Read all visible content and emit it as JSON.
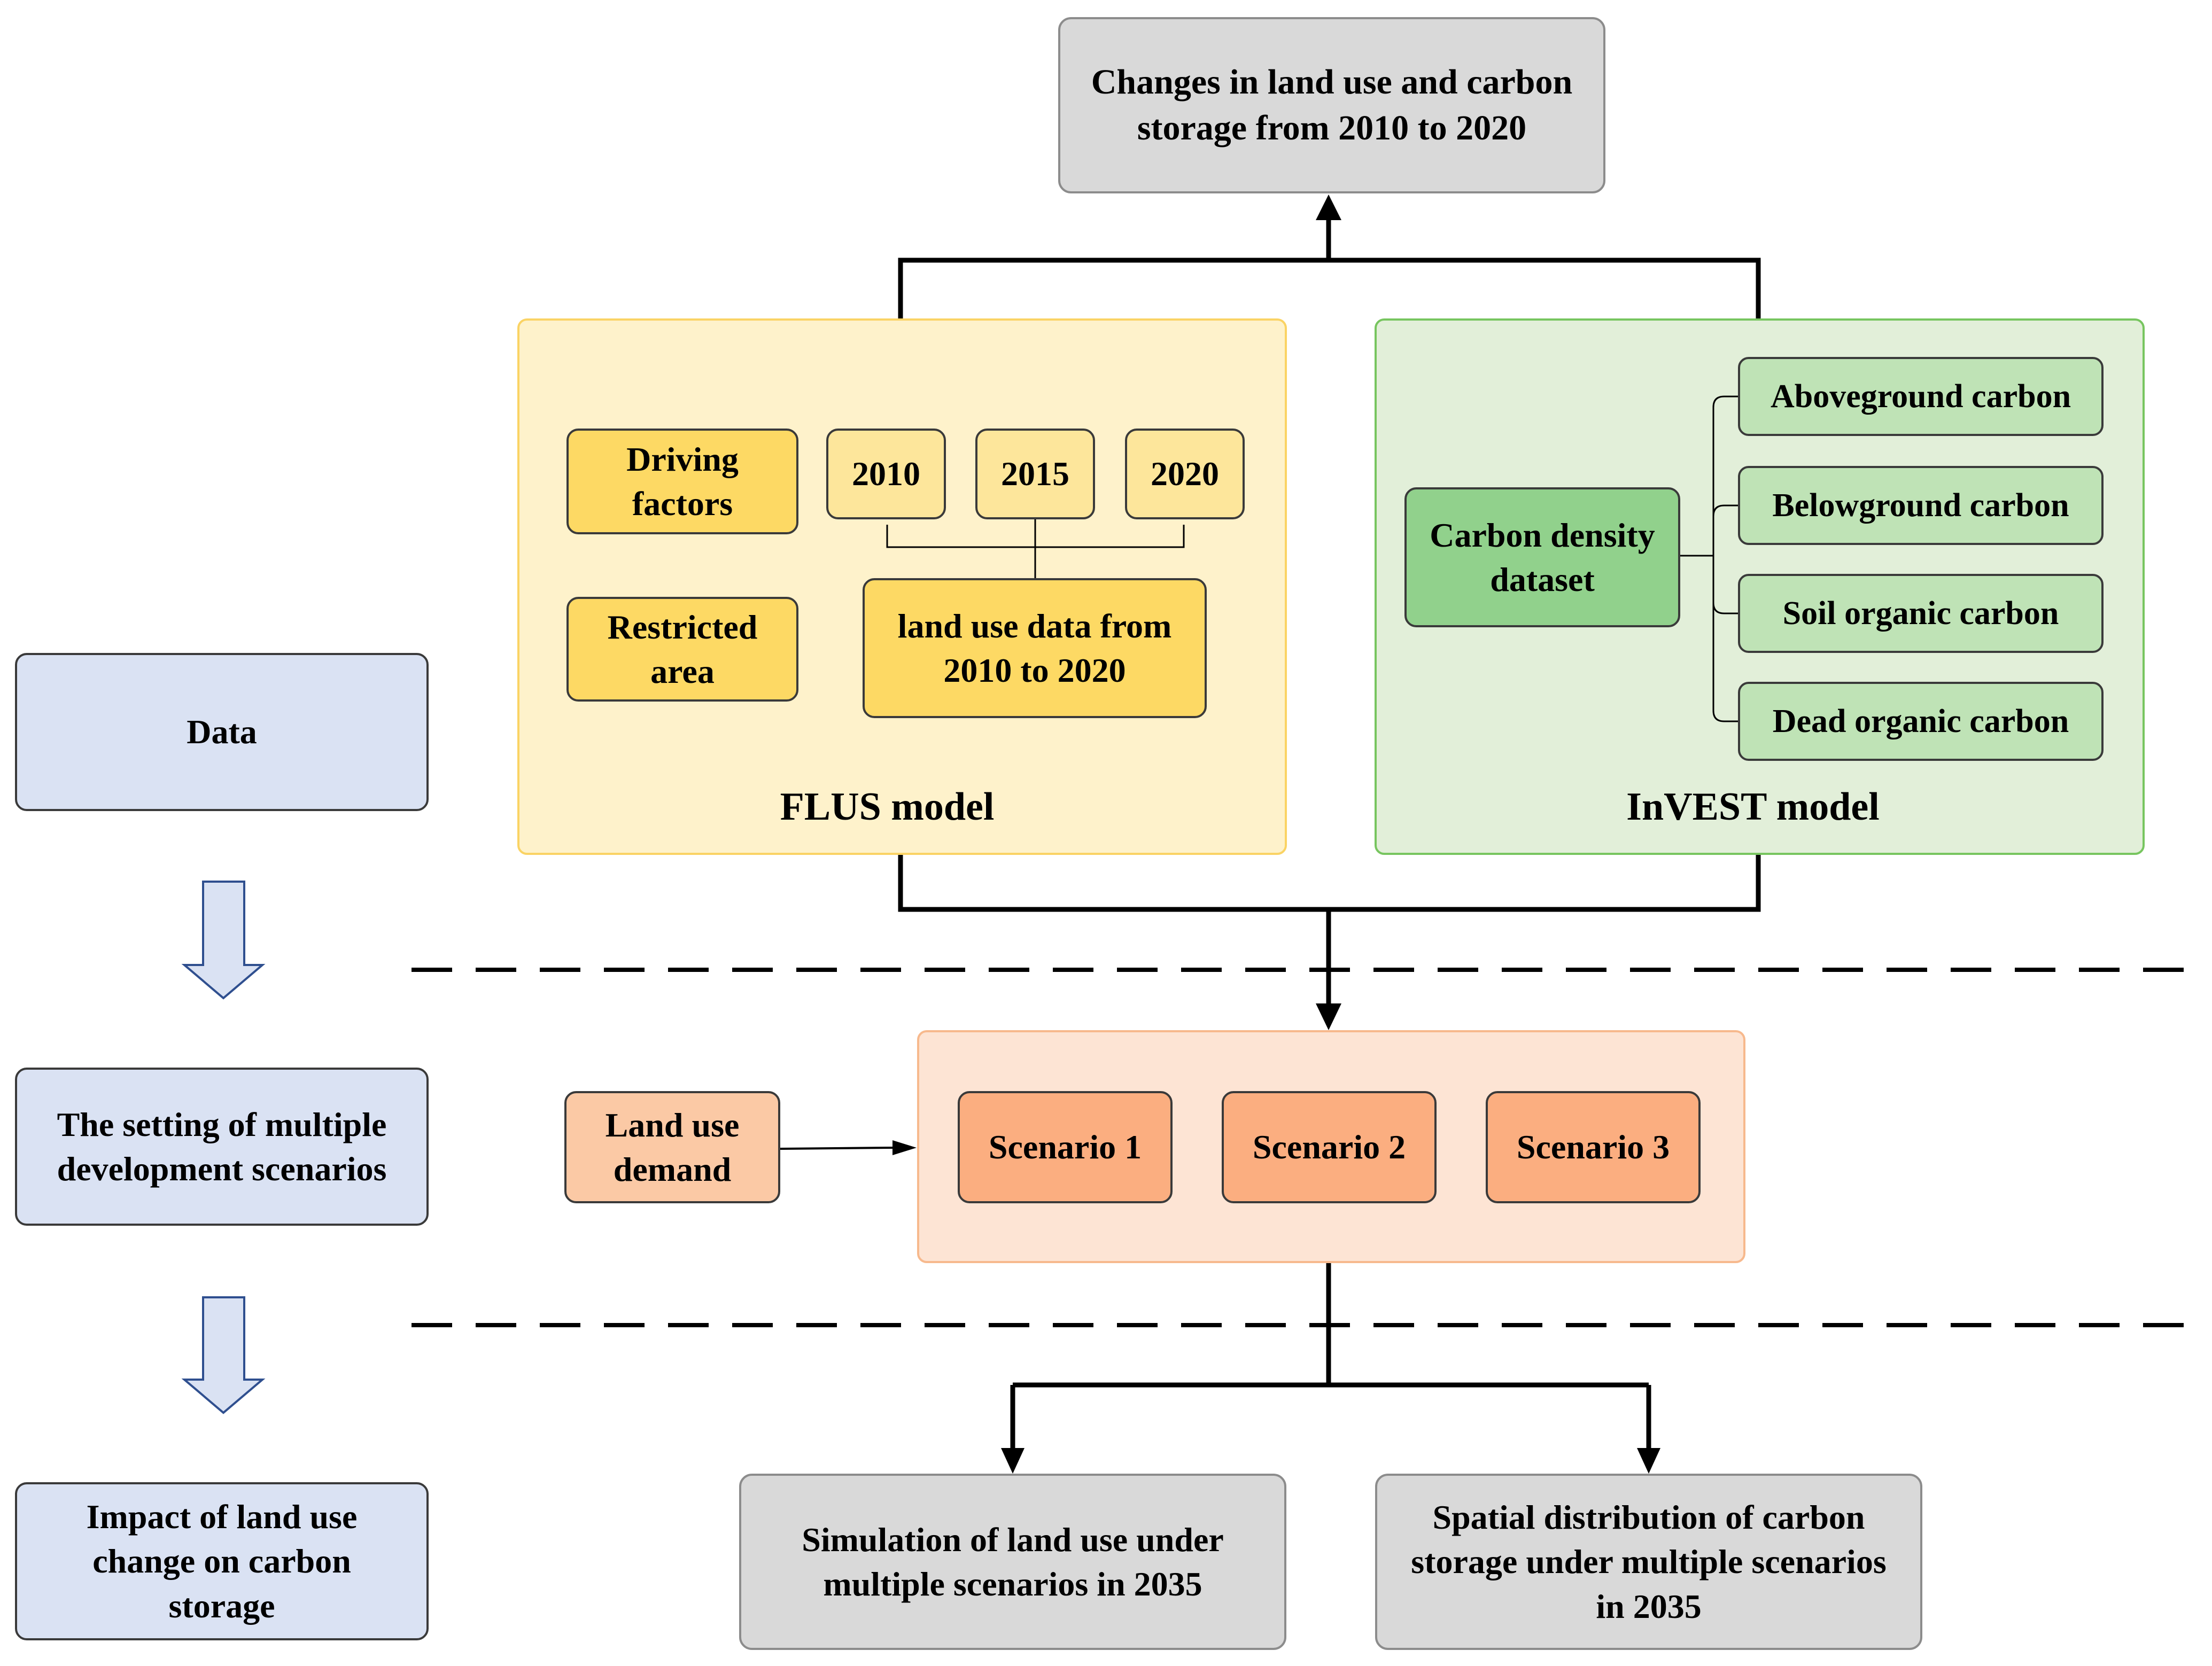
{
  "top_result": "Changes in land use and carbon\nstorage from 2010 to 2020",
  "flus": {
    "label": "FLUS model",
    "driving_factors": "Driving\nfactors",
    "restricted_area": "Restricted\narea",
    "years": [
      "2010",
      "2015",
      "2020"
    ],
    "land_use_data": "land use data from\n2010 to 2020"
  },
  "invest": {
    "label": "InVEST model",
    "dataset": "Carbon density\ndataset",
    "pools": [
      "Aboveground carbon",
      "Belowground carbon",
      "Soil organic carbon",
      "Dead organic carbon"
    ]
  },
  "stages": [
    "Data",
    "The setting of multiple\ndevelopment scenarios",
    "Impact of land use\nchange on carbon\nstorage"
  ],
  "scenarios": {
    "demand": "Land use\ndemand",
    "items": [
      "Scenario 1",
      "Scenario 2",
      "Scenario 3"
    ]
  },
  "outputs": [
    "Simulation of land use under\nmultiple scenarios in 2035",
    "Spatial distribution of  carbon\nstorage under multiple scenarios\nin 2035"
  ],
  "colors": {
    "flus_panel": "#fef2cb",
    "invest_panel": "#e2efd9",
    "scenario_panel": "#fde4d4",
    "stage_box": "#dae2f3"
  }
}
